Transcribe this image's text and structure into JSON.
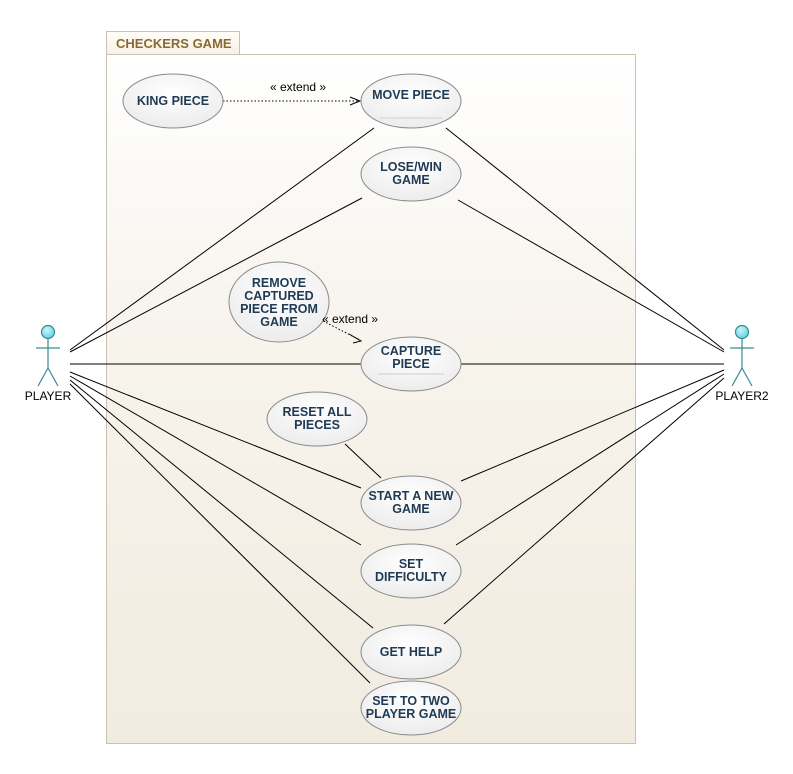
{
  "system": {
    "title": "CHECKERS GAME"
  },
  "actors": [
    {
      "id": "player",
      "label": "PLAYER"
    },
    {
      "id": "player2",
      "label": "PLAYER2"
    }
  ],
  "use_cases": [
    {
      "id": "king",
      "label": "KING PIECE"
    },
    {
      "id": "move",
      "label": "MOVE PIECE"
    },
    {
      "id": "losewin",
      "label": "LOSE/WIN GAME"
    },
    {
      "id": "remove",
      "label": "REMOVE CAPTURED PIECE FROM GAME"
    },
    {
      "id": "capture",
      "label": "CAPTURE PIECE"
    },
    {
      "id": "reset",
      "label": "RESET ALL PIECES"
    },
    {
      "id": "startnew",
      "label": "START A NEW GAME"
    },
    {
      "id": "difficulty",
      "label": "SET DIFFICULTY"
    },
    {
      "id": "help",
      "label": "GET HELP"
    },
    {
      "id": "twoplayer",
      "label": "SET TO TWO PLAYER GAME"
    }
  ],
  "relations": {
    "extend_label": "« extend »",
    "extends": [
      {
        "from": "king",
        "to": "move"
      },
      {
        "from": "remove",
        "to": "capture"
      }
    ],
    "associations": [
      {
        "actor": "player",
        "use_case": "move"
      },
      {
        "actor": "player",
        "use_case": "losewin"
      },
      {
        "actor": "player",
        "use_case": "capture"
      },
      {
        "actor": "player",
        "use_case": "startnew"
      },
      {
        "actor": "player",
        "use_case": "difficulty"
      },
      {
        "actor": "player",
        "use_case": "help"
      },
      {
        "actor": "player",
        "use_case": "twoplayer"
      },
      {
        "actor": "player2",
        "use_case": "move"
      },
      {
        "actor": "player2",
        "use_case": "losewin"
      },
      {
        "actor": "player2",
        "use_case": "capture"
      },
      {
        "actor": "player2",
        "use_case": "startnew"
      },
      {
        "actor": "player2",
        "use_case": "difficulty"
      },
      {
        "actor": "player2",
        "use_case": "help"
      },
      {
        "use_case_from": "reset",
        "use_case": "startnew"
      }
    ]
  },
  "colors": {
    "usecase_fill": "#f4f4f4",
    "usecase_stroke": "#8a8a8a",
    "actor_head": "#7fe0ee",
    "actor_stroke": "#3a8a96",
    "text": "#1f3a54"
  }
}
